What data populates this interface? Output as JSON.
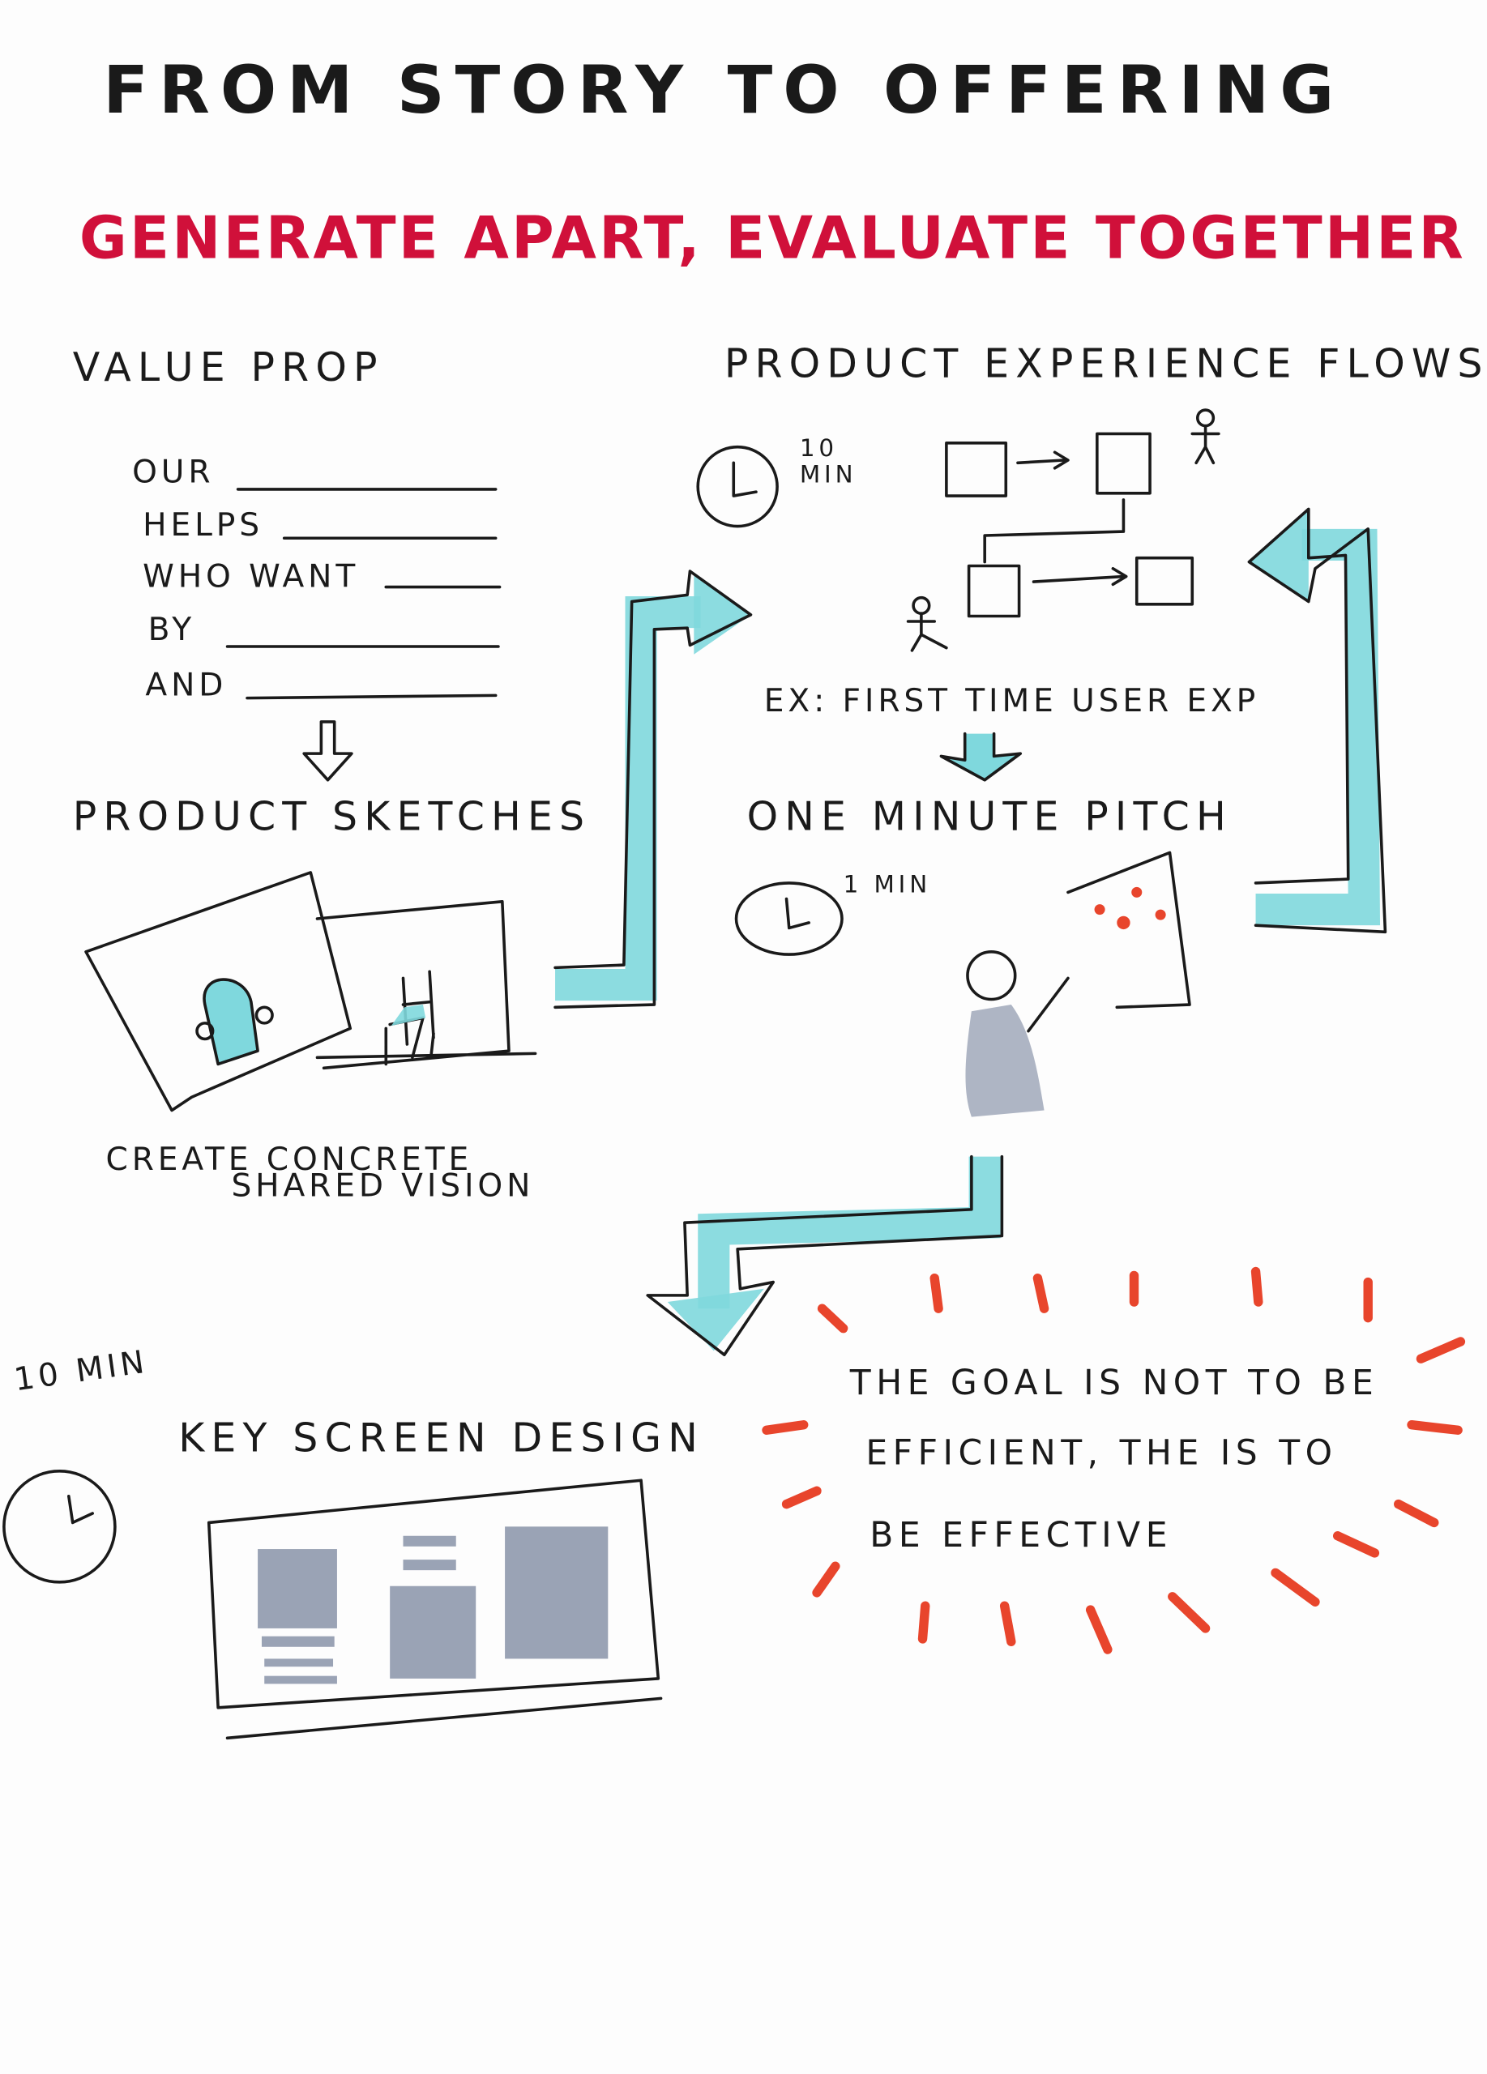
{
  "title": "FROM STORY TO OFFERING",
  "subtitle": "GENERATE APART, EVALUATE TOGETHER",
  "value_prop": {
    "heading": "VALUE PROP",
    "lines": [
      "OUR",
      "HELPS",
      "WHO WANT",
      "BY",
      "AND"
    ]
  },
  "product_sketches": {
    "heading": "PRODUCT SKETCHES",
    "caption_line1": "CREATE CONCRETE",
    "caption_line2": "SHARED VISION"
  },
  "experience_flows": {
    "heading": "PRODUCT EXPERIENCE FLOWS",
    "time_num": "10",
    "time_unit": "MIN",
    "example": "EX: FIRST TIME USER EXP"
  },
  "pitch": {
    "heading": "ONE MINUTE PITCH",
    "time": "1 MIN"
  },
  "key_screen": {
    "time": "10 MIN",
    "heading": "KEY SCREEN DESIGN"
  },
  "quote": {
    "line1": "THE GOAL IS NOT TO BE",
    "line2": "EFFICIENT, THE IS TO",
    "line3": "BE EFFECTIVE"
  },
  "colors": {
    "accent_red": "#d0103a",
    "arrow_cyan": "#7fd8dd",
    "burst_red": "#e8452c"
  }
}
